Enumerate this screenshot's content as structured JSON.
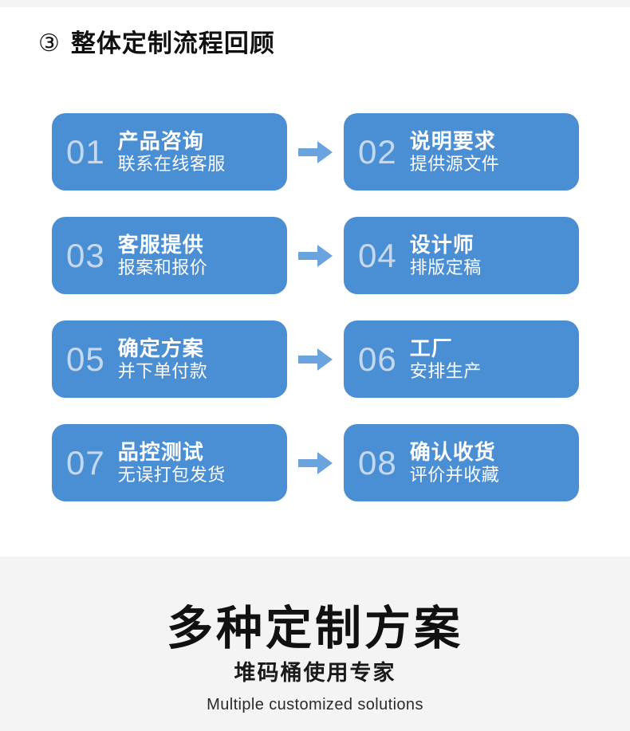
{
  "page": {
    "background_color": "#ffffff",
    "band_color": "#f4f4f4",
    "card_color": "#4a8ed4",
    "arrow_color": "#6aa3de",
    "number_color": "#cfe0f2"
  },
  "section": {
    "marker": "③",
    "title": "整体定制流程回顾"
  },
  "flow": {
    "arrow_icon": "arrow-right-icon",
    "rows": [
      {
        "left": {
          "number": "01",
          "title": "产品咨询",
          "subtitle": "联系在线客服"
        },
        "right": {
          "number": "02",
          "title": "说明要求",
          "subtitle": "提供源文件"
        }
      },
      {
        "left": {
          "number": "03",
          "title": "客服提供",
          "subtitle": "报案和报价"
        },
        "right": {
          "number": "04",
          "title": "设计师",
          "subtitle": "排版定稿"
        }
      },
      {
        "left": {
          "number": "05",
          "title": "确定方案",
          "subtitle": "并下单付款"
        },
        "right": {
          "number": "06",
          "title": "工厂",
          "subtitle": "安排生产"
        }
      },
      {
        "left": {
          "number": "07",
          "title": "品控测试",
          "subtitle": "无误打包发货"
        },
        "right": {
          "number": "08",
          "title": "确认收货",
          "subtitle": "评价并收藏"
        }
      }
    ]
  },
  "banner": {
    "title": "多种定制方案",
    "subtitle": "堆码桶使用专家",
    "english": "Multiple customized solutions"
  }
}
